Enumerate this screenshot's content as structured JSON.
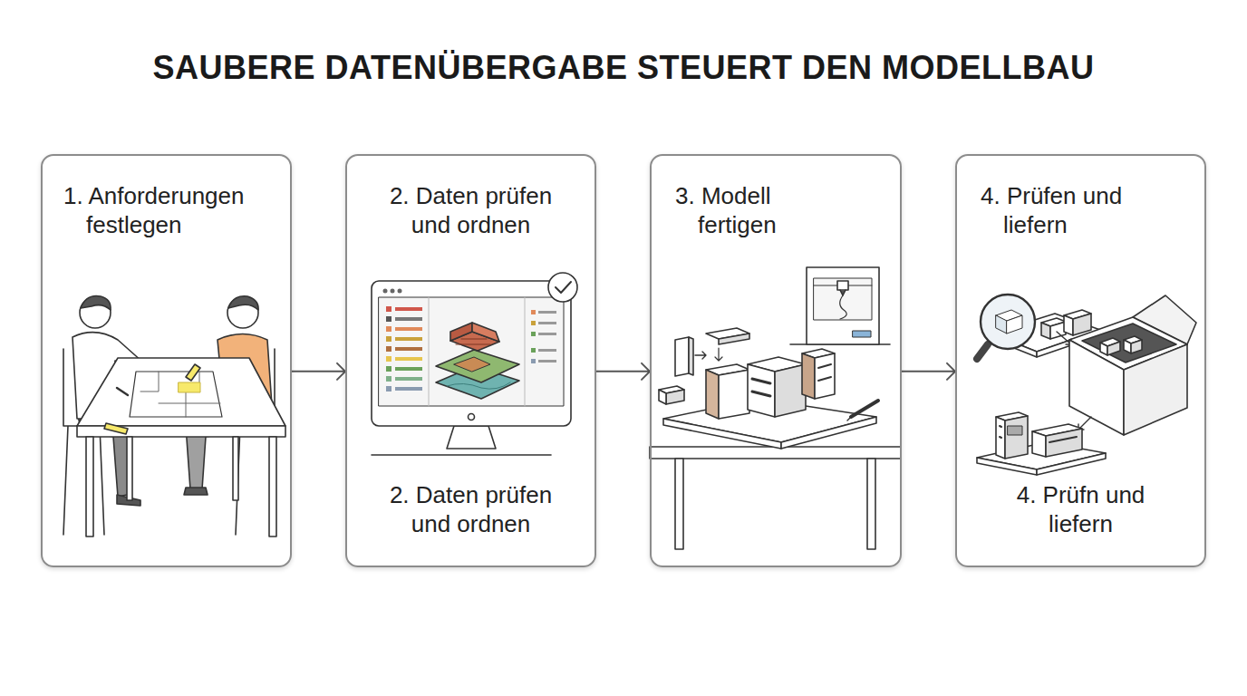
{
  "diagram": {
    "title": "SAUBERE DATENÜBERGABE STEUERT DEN MODELLBAU",
    "nodes": [
      {
        "text": [
          "1. Anforderungen festlegen"
        ]
      },
      {
        "text": [
          "2. Daten prüfen und ordnen",
          "2. Daten prüfen und ordnen"
        ]
      },
      {
        "text": [
          "3. Modell fertigen"
        ]
      },
      {
        "text": [
          "4. Prüfen und liefern",
          "4. Prüfn und liefern"
        ]
      }
    ],
    "edges": [
      {
        "from": 0,
        "to": 1,
        "arrow": "to"
      },
      {
        "from": 1,
        "to": 2,
        "arrow": "to"
      },
      {
        "from": 2,
        "to": 3,
        "arrow": "to"
      }
    ]
  }
}
